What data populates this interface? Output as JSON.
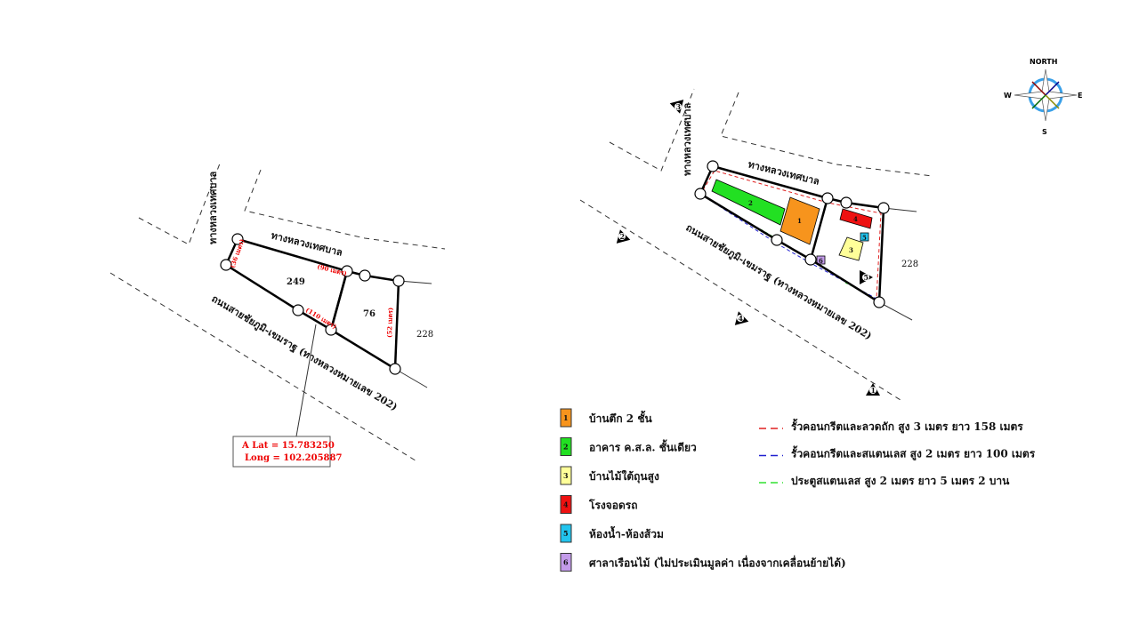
{
  "left_plan": {
    "road_municipal": "ทางหลวงเทศบาล",
    "road_municipal_vertical": "ทางหลวงเทศบาล",
    "road_main": "ถนนสายชัยภูมิ-เขมราฐ (ทางหลวงหมายเลข 202)",
    "parcel_a": "249",
    "parcel_b": "76",
    "parcel_adj": "228",
    "dim_1": "(36 เมตร)",
    "dim_2": "(90 เมตร)",
    "dim_3": "(110 เมตร)",
    "dim_4": "(52 เมตร)",
    "lat": "A Lat  = 15.783250",
    "long": "Long  = 102.205887"
  },
  "right_plan": {
    "road_municipal": "ทางหลวงเทศบาล",
    "road_municipal_vertical": "ทางหลวงเทศบาล",
    "road_main": "ถนนสายชัยภูมิ-เขมราฐ (ทางหลวงหมายเลข 202)",
    "parcel_adj": "228",
    "markers": [
      "1",
      "2",
      "3",
      "4",
      "5"
    ],
    "buildings": [
      "1",
      "2",
      "3",
      "4",
      "5",
      "6"
    ]
  },
  "compass": {
    "north": "NORTH",
    "south": "S",
    "east": "E",
    "west": "W"
  },
  "legend": {
    "buildings": [
      {
        "num": "1",
        "label": "บ้านตึก 2 ชั้น",
        "color": "#f7941d"
      },
      {
        "num": "2",
        "label": "อาคาร ค.ส.ล. ชั้นเดียว",
        "color": "#22e022"
      },
      {
        "num": "3",
        "label": "บ้านไม้ใต้ถุนสูง",
        "color": "#ffff99"
      },
      {
        "num": "4",
        "label": "โรงจอดรถ",
        "color": "#ee1111"
      },
      {
        "num": "5",
        "label": "ห้องน้ำ-ห้องส้วม",
        "color": "#22c4ee"
      },
      {
        "num": "6",
        "label": "ศาลาเรือนไม้ (ไม่ประเมินมูลค่า เนื่องจากเคลื่อนย้ายได้)",
        "color": "#c39bea"
      }
    ],
    "fences": [
      {
        "label": "รั้วคอนกรีตและลวดถัก สูง 3 เมตร ยาว 158 เมตร",
        "color": "#e02020"
      },
      {
        "label": "รั้วคอนกรีตและสแตนเลส สูง 2 เมตร ยาว 100 เมตร",
        "color": "#2020d0"
      },
      {
        "label": "ประตูสแตนเลส สูง 2 เมตร ยาว 5 เมตร 2 บาน",
        "color": "#30e030"
      }
    ]
  }
}
